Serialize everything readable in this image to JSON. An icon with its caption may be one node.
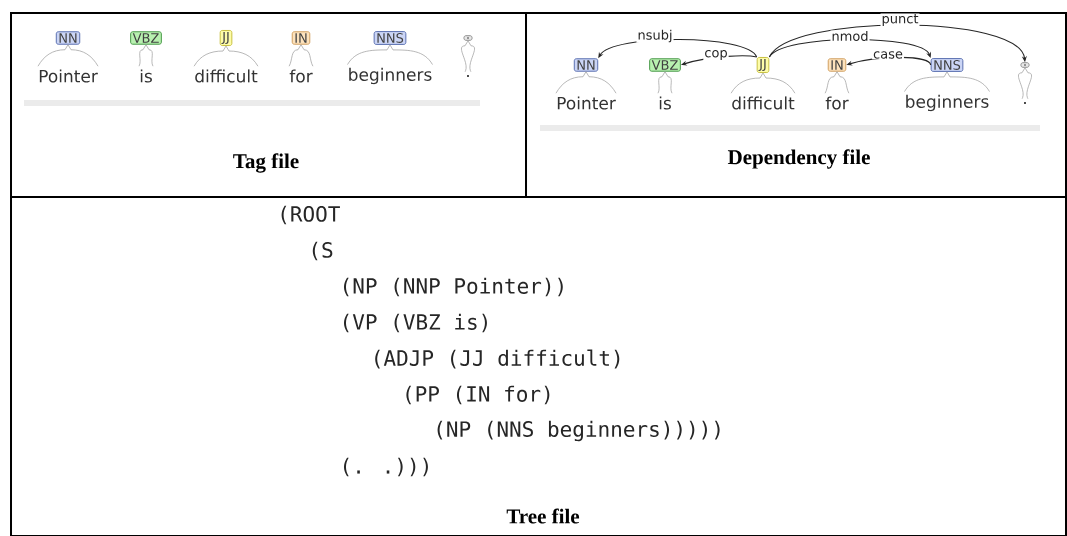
{
  "diagram": {
    "nodes": [
      {
        "text": [
          "Tag file"
        ]
      },
      {
        "text": [
          "NN"
        ],
        "in": 0,
        "beside": [
          "Pointer"
        ]
      },
      {
        "text": [
          "VBZ"
        ],
        "in": 0,
        "beside": [
          "is"
        ]
      },
      {
        "text": [
          "JJ"
        ],
        "in": 0,
        "beside": [
          "difficult"
        ]
      },
      {
        "text": [
          "IN"
        ],
        "in": 0,
        "beside": [
          "for"
        ]
      },
      {
        "text": [
          "NNS"
        ],
        "in": 0,
        "beside": [
          "beginners"
        ]
      },
      {
        "text": [
          "."
        ],
        "in": 0,
        "beside": [
          "."
        ]
      },
      {
        "text": [
          "Dependency file"
        ]
      },
      {
        "text": [
          "NN"
        ],
        "in": 7,
        "beside": [
          "Pointer"
        ]
      },
      {
        "text": [
          "VBZ"
        ],
        "in": 7,
        "beside": [
          "is"
        ]
      },
      {
        "text": [
          "JJ"
        ],
        "in": 7,
        "beside": [
          "difficult"
        ]
      },
      {
        "text": [
          "IN"
        ],
        "in": 7,
        "beside": [
          "for"
        ]
      },
      {
        "text": [
          "NNS"
        ],
        "in": 7,
        "beside": [
          "beginners"
        ]
      },
      {
        "text": [
          "."
        ],
        "in": 7,
        "beside": [
          "."
        ]
      },
      {
        "text": [
          "(ROOT",
          "(S",
          "(NP (NNP Pointer))",
          "(VP (VBZ is)",
          "(ADJP (JJ difficult)",
          "(PP (IN for)",
          "(NP (NNS beginners)))))",
          "(. .)))",
          "Tree file"
        ]
      }
    ],
    "edges": [
      {
        "from": 10,
        "to": 8,
        "arrow": "to",
        "label": "nsubj"
      },
      {
        "from": 10,
        "to": 9,
        "arrow": "to",
        "label": "cop"
      },
      {
        "from": 10,
        "to": 12,
        "arrow": "to",
        "label": "nmod"
      },
      {
        "from": 12,
        "to": 11,
        "arrow": "to",
        "label": "case"
      },
      {
        "from": 10,
        "to": 13,
        "arrow": "to",
        "label": "punct"
      }
    ]
  }
}
